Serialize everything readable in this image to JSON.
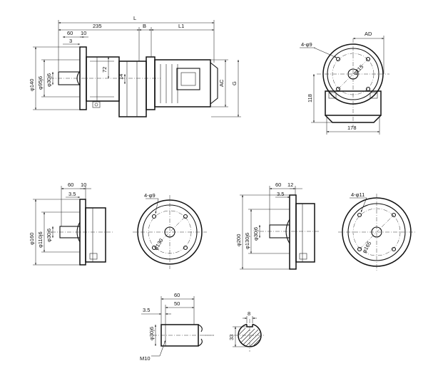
{
  "views": {
    "main_assembly": {
      "dim_total": "L",
      "dim_235": "235",
      "dim_B": "B",
      "dim_L1": "L1",
      "dim_60": "60",
      "dim_10": "10",
      "dim_3": "3",
      "dim_phi140": "φ140",
      "dim_phi95": "φ95j6",
      "dim_phi30": "φ30j6",
      "dim_72": "72",
      "dim_14": "14",
      "dim_AC": "AC",
      "dim_G": "G"
    },
    "end_view_main": {
      "dim_4phi9": "4-φ9",
      "dim_AD": "AD",
      "dim_phi115": "φ115",
      "dim_118": "118",
      "dim_178": "178"
    },
    "flange_160_side": {
      "dim_60": "60",
      "dim_10": "10",
      "dim_3_5": "3.5",
      "dim_phi160": "φ160",
      "dim_phi110": "φ110j6",
      "dim_phi30": "φ30j6"
    },
    "flange_160_end": {
      "dim_4phi9": "4-φ9",
      "dim_phi130": "φ130"
    },
    "flange_200_side": {
      "dim_60": "60",
      "dim_12": "12",
      "dim_3_5": "3.5",
      "dim_phi200": "φ200",
      "dim_phi130": "φ130j6",
      "dim_phi30": "φ30j6"
    },
    "flange_200_end": {
      "dim_4phi11": "4-φ11",
      "dim_phi165": "φ165"
    },
    "shaft_detail": {
      "dim_60": "60",
      "dim_50": "50",
      "dim_3_5": "3.5",
      "dim_phi30": "φ30j6",
      "dim_M10": "M10",
      "dim_8": "8",
      "dim_33": "33"
    }
  }
}
